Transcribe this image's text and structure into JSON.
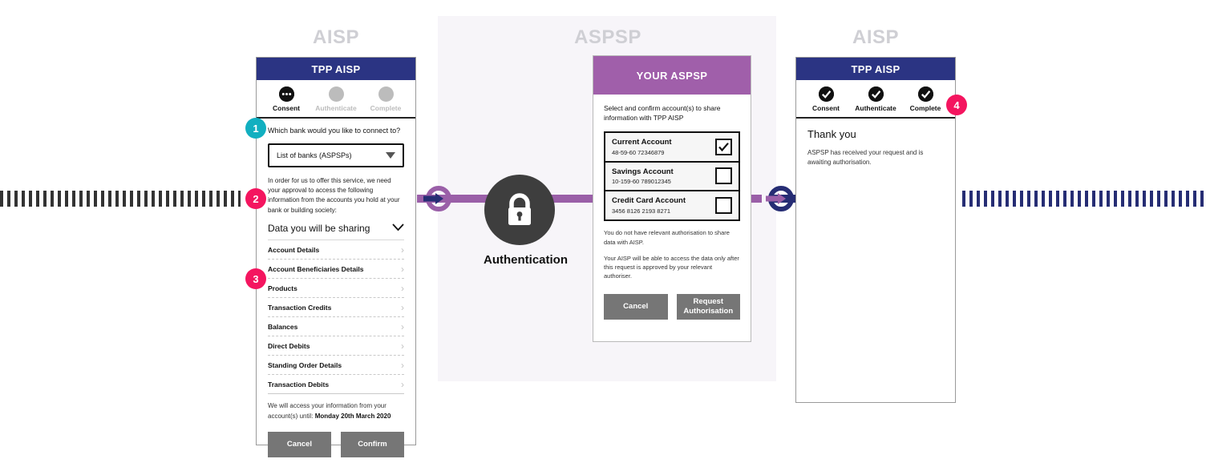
{
  "lanes": [
    {
      "label": "AISP"
    },
    {
      "label": "ASPSP"
    },
    {
      "label": "AISP"
    }
  ],
  "phone1": {
    "header_title": "TPP AISP",
    "steps": [
      {
        "label": "Consent",
        "state": "active",
        "icon": "dots-icon"
      },
      {
        "label": "Authenticate",
        "state": "muted",
        "icon": "circle-icon"
      },
      {
        "label": "Complete",
        "state": "muted",
        "icon": "circle-icon"
      }
    ],
    "question": "Which bank would you like to connect to?",
    "select_value": "List of banks (ASPSPs)",
    "paragraph": "In order for us to offer this service, we need your approval to access the following information from the accounts you hold at your bank or building society:",
    "accordion_title": "Data you will be sharing",
    "data_items": [
      "Account Details",
      "Account Beneficiaries Details",
      "Products",
      "Transaction Credits",
      "Balances",
      "Direct Debits",
      "Standing Order Details",
      "Transaction Debits"
    ],
    "until_prefix": "We will access your information from your account(s) until: ",
    "until_date": "Monday 20th March 2020",
    "cancel_label": "Cancel",
    "confirm_label": "Confirm"
  },
  "authentication": {
    "label": "Authentication",
    "icon": "lock-icon"
  },
  "aspsp": {
    "header_title": "YOUR ASPSP",
    "intro": "Select and confirm account(s) to share information with TPP AISP",
    "accounts": [
      {
        "name": "Current Account",
        "number": "48-59-60   72346879",
        "checked": true
      },
      {
        "name": "Savings Account",
        "number": "10-159-60   789012345",
        "checked": false
      },
      {
        "name": "Credit Card Account",
        "number": "3456 8126 2193 8271",
        "checked": false
      }
    ],
    "note1": "You do not have relevant authorisation to share data with AISP.",
    "note2": "Your AISP will be able to access the data only after this request is approved by your relevant authoriser.",
    "cancel_label": "Cancel",
    "request_label": "Request Authorisation"
  },
  "phone3": {
    "header_title": "TPP AISP",
    "steps": [
      {
        "label": "Consent",
        "state": "done",
        "icon": "check-circle-icon"
      },
      {
        "label": "Authenticate",
        "state": "done",
        "icon": "check-circle-icon"
      },
      {
        "label": "Complete",
        "state": "done",
        "icon": "check-circle-icon"
      }
    ],
    "heading": "Thank you",
    "body": "ASPSP has received your request and is awaiting authorisation."
  },
  "badges": [
    {
      "number": "1",
      "color": "#12afc0"
    },
    {
      "number": "2",
      "color": "#f4155f"
    },
    {
      "number": "3",
      "color": "#f4155f"
    },
    {
      "number": "4",
      "color": "#f4155f"
    }
  ],
  "colors": {
    "navy": "#2b3483",
    "purple": "#a05faa",
    "rail_purple": "#9a5fa8",
    "rail_navy": "#262d74",
    "badge_teal": "#12afc0",
    "badge_pink": "#f4155f",
    "button_grey": "#767676",
    "lane_label_grey": "#cfcfd4"
  }
}
